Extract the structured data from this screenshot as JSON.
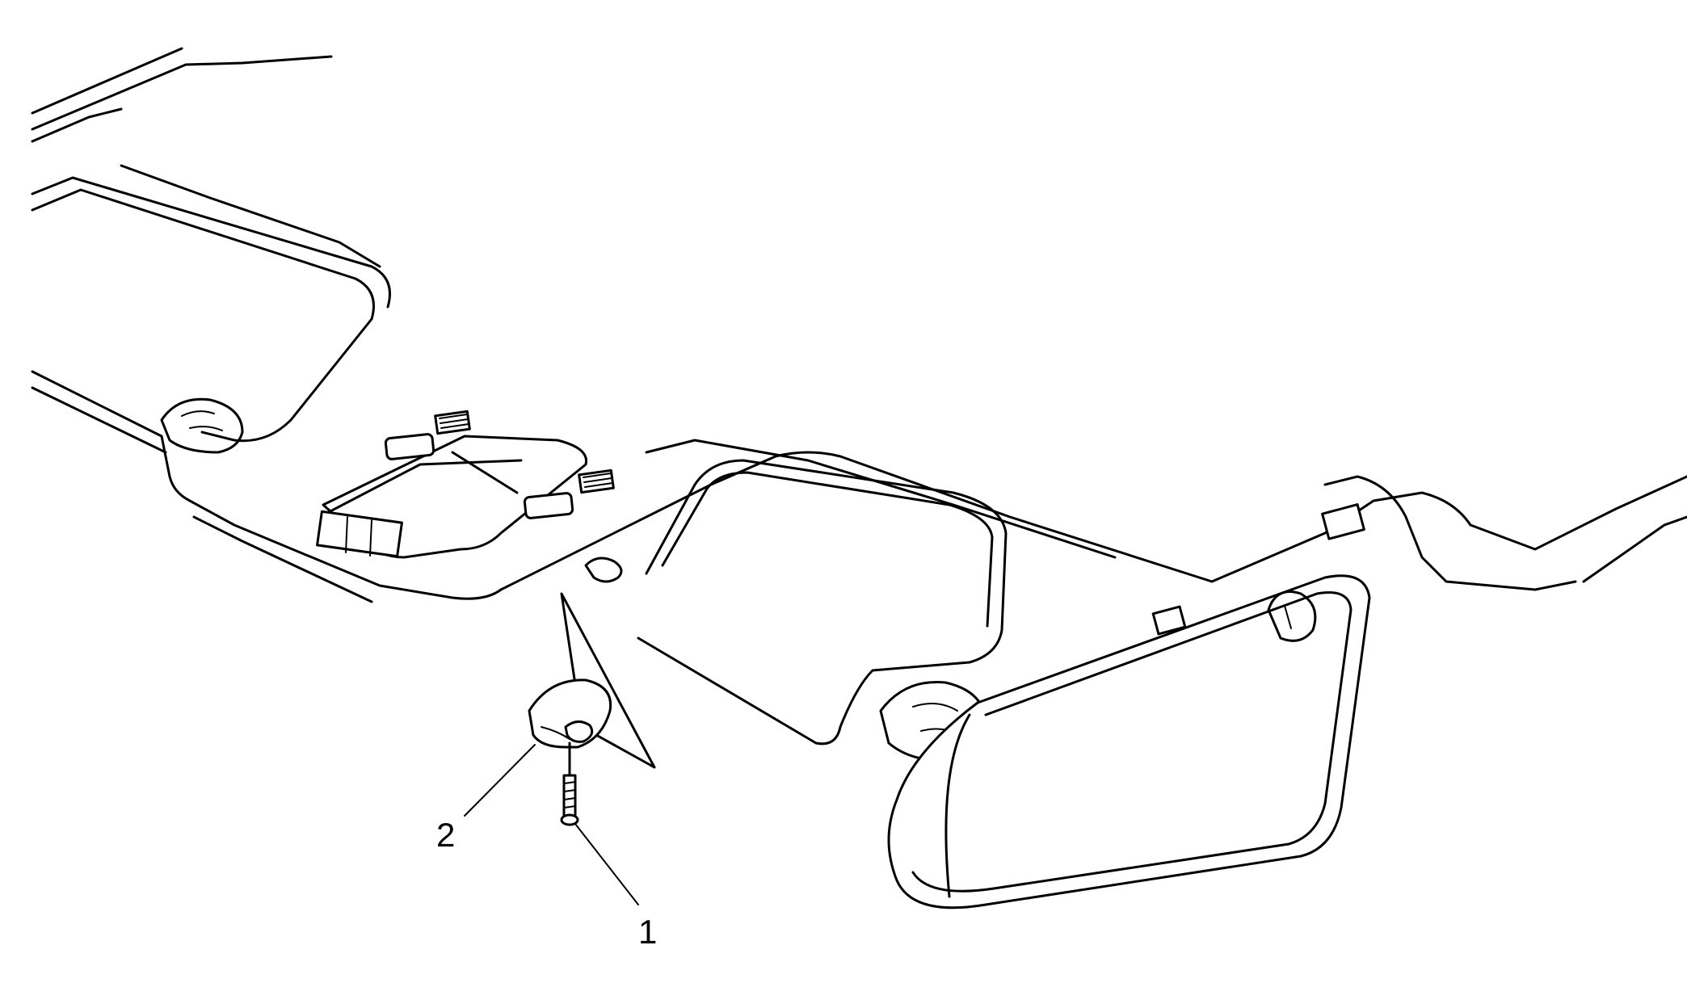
{
  "diagram": {
    "callouts": [
      {
        "id": "callout-1",
        "label": "1"
      },
      {
        "id": "callout-2",
        "label": "2"
      }
    ]
  }
}
